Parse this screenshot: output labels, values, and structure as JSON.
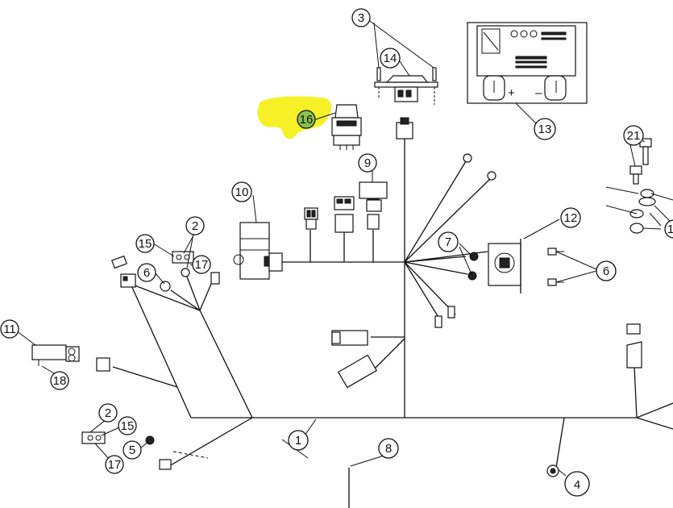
{
  "diagram": {
    "highlight_color": "#f5ef1a",
    "callout_highlight_color": "#8bc34a",
    "callouts": [
      {
        "id": "c1",
        "label": "1"
      },
      {
        "id": "c2a",
        "label": "2"
      },
      {
        "id": "c2b",
        "label": "2"
      },
      {
        "id": "c3",
        "label": "3"
      },
      {
        "id": "c4",
        "label": "4"
      },
      {
        "id": "c5",
        "label": "5"
      },
      {
        "id": "c6a",
        "label": "6"
      },
      {
        "id": "c6b",
        "label": "6"
      },
      {
        "id": "c7",
        "label": "7"
      },
      {
        "id": "c8",
        "label": "8"
      },
      {
        "id": "c9",
        "label": "9"
      },
      {
        "id": "c10",
        "label": "10"
      },
      {
        "id": "c11",
        "label": "11"
      },
      {
        "id": "c12",
        "label": "12"
      },
      {
        "id": "c13",
        "label": "13"
      },
      {
        "id": "c14",
        "label": "14"
      },
      {
        "id": "c15a",
        "label": "15"
      },
      {
        "id": "c15b",
        "label": "15"
      },
      {
        "id": "c16",
        "label": "16"
      },
      {
        "id": "c17a",
        "label": "17"
      },
      {
        "id": "c17b",
        "label": "17"
      },
      {
        "id": "c18",
        "label": "18"
      },
      {
        "id": "c21",
        "label": "21"
      },
      {
        "id": "c22",
        "label": "1"
      }
    ],
    "battery": {
      "plus": "+",
      "minus": "–"
    }
  }
}
